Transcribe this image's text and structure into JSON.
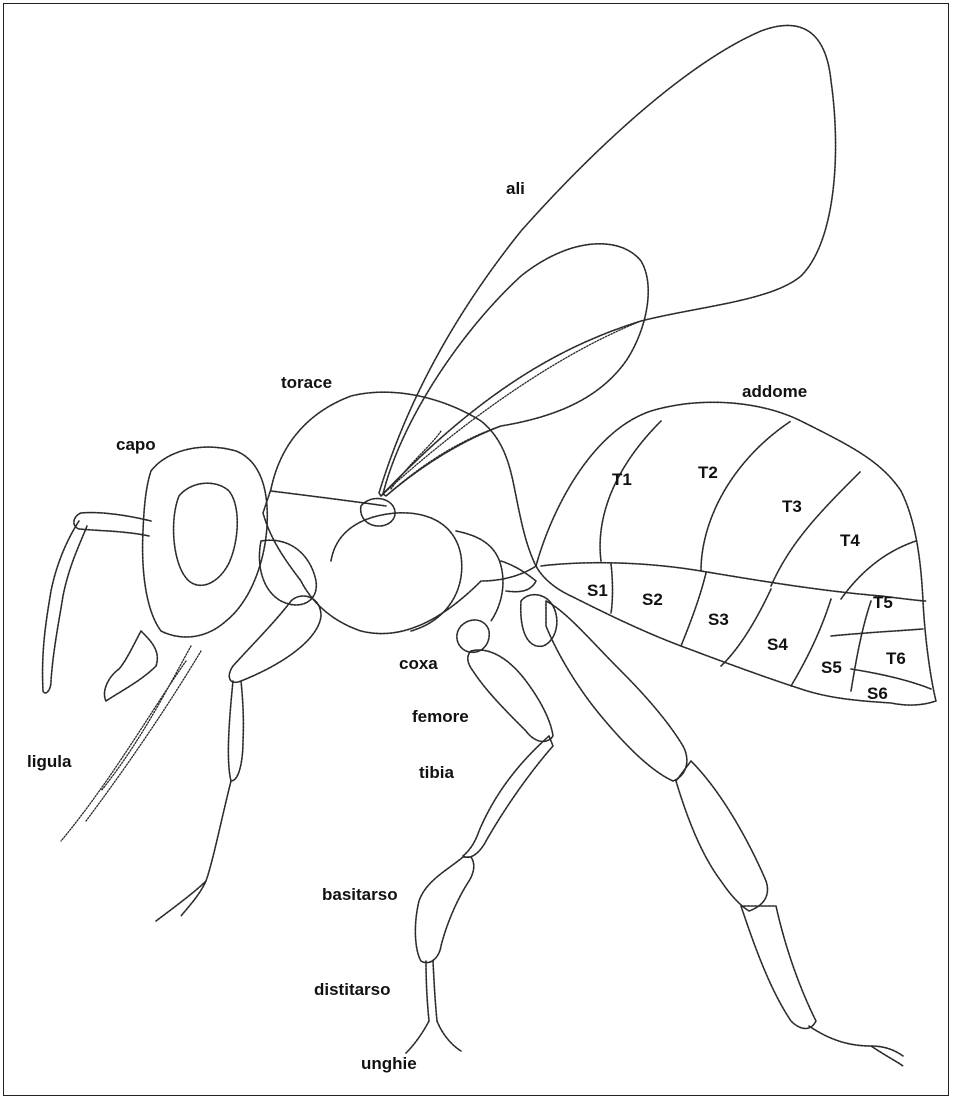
{
  "labels": {
    "ali": "ali",
    "torace": "torace",
    "addome": "addome",
    "capo": "capo",
    "ligula": "ligula",
    "coxa": "coxa",
    "femore": "femore",
    "tibia": "tibia",
    "basitarso": "basitarso",
    "distitarso": "distitarso",
    "unghie": "unghie",
    "T1": "T1",
    "T2": "T2",
    "T3": "T3",
    "T4": "T4",
    "T5": "T5",
    "T6": "T6",
    "S1": "S1",
    "S2": "S2",
    "S3": "S3",
    "S4": "S4",
    "S5": "S5",
    "S6": "S6"
  },
  "colors": {
    "line": "#2a2a2a",
    "text": "#111111",
    "background": "#ffffff"
  }
}
